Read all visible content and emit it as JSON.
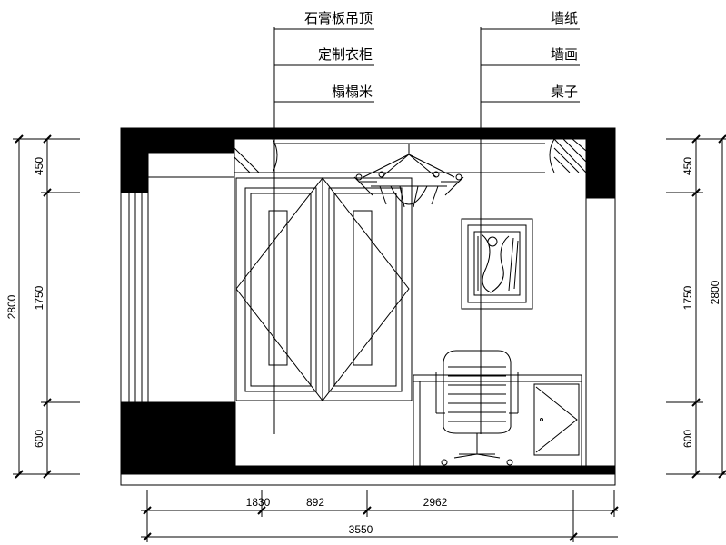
{
  "callouts_left": [
    {
      "label": "石膏板吊顶"
    },
    {
      "label": "定制衣柜"
    },
    {
      "label": "榻榻米"
    }
  ],
  "callouts_right": [
    {
      "label": "墙纸"
    },
    {
      "label": "墙画"
    },
    {
      "label": "桌子"
    }
  ],
  "dimensions": {
    "left_total": "2800",
    "left_segments": [
      "450",
      "1750",
      "600"
    ],
    "right_total": "2800",
    "right_segments": [
      "450",
      "1750",
      "600"
    ],
    "bottom_segments": [
      "1830",
      "892",
      "2962"
    ],
    "bottom_total": "3550"
  },
  "colors": {
    "line": "#000000",
    "fill": "#000000",
    "background": "#ffffff"
  }
}
